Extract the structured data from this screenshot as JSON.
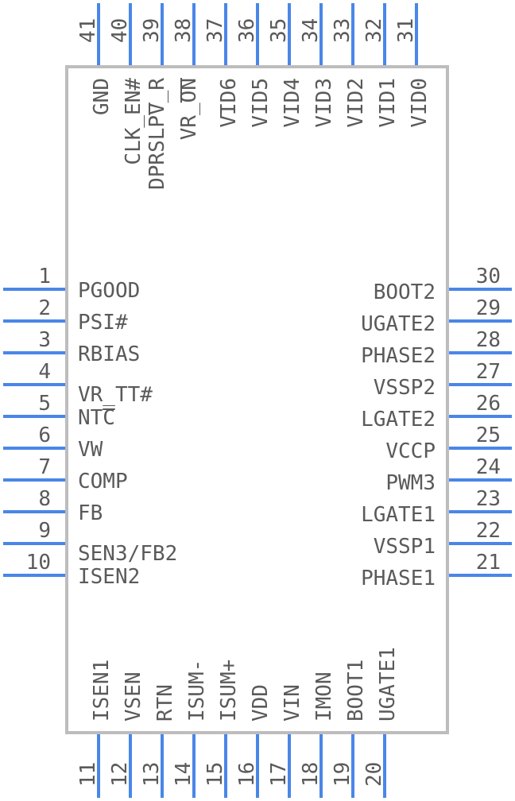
{
  "colors": {
    "pin": "#4a86e8",
    "outline": "#bdbdbd",
    "text": "#5a5a5a"
  },
  "pins": {
    "left": [
      {
        "num": "1",
        "label": "PGOOD"
      },
      {
        "num": "2",
        "label": "PSI#"
      },
      {
        "num": "3",
        "label": "RBIAS"
      },
      {
        "num": "4",
        "label": "VR_TT#"
      },
      {
        "num": "5",
        "label": "NTC"
      },
      {
        "num": "6",
        "label": "VW"
      },
      {
        "num": "7",
        "label": "COMP"
      },
      {
        "num": "8",
        "label": "FB"
      },
      {
        "num": "9",
        "label": "SEN3/FB2"
      },
      {
        "num": "10",
        "label": "ISEN2"
      }
    ],
    "bottom": [
      {
        "num": "11",
        "label": "ISEN1"
      },
      {
        "num": "12",
        "label": "VSEN"
      },
      {
        "num": "13",
        "label": "RTN"
      },
      {
        "num": "14",
        "label": "ISUM-"
      },
      {
        "num": "15",
        "label": "ISUM+"
      },
      {
        "num": "16",
        "label": "VDD"
      },
      {
        "num": "17",
        "label": "VIN"
      },
      {
        "num": "18",
        "label": "IMON"
      },
      {
        "num": "19",
        "label": "BOOT1"
      },
      {
        "num": "20",
        "label": "UGATE1"
      }
    ],
    "right": [
      {
        "num": "30",
        "label": "BOOT2"
      },
      {
        "num": "29",
        "label": "UGATE2"
      },
      {
        "num": "28",
        "label": "PHASE2"
      },
      {
        "num": "27",
        "label": "VSSP2"
      },
      {
        "num": "26",
        "label": "LGATE2"
      },
      {
        "num": "25",
        "label": "VCCP"
      },
      {
        "num": "24",
        "label": "PWM3"
      },
      {
        "num": "23",
        "label": "LGATE1"
      },
      {
        "num": "22",
        "label": "VSSP1"
      },
      {
        "num": "21",
        "label": "PHASE1"
      }
    ],
    "top": [
      {
        "num": "41",
        "label": "GND"
      },
      {
        "num": "40",
        "label": "CLK_EN#"
      },
      {
        "num": "39",
        "label": "DPRSLPV_R"
      },
      {
        "num": "38",
        "label": "VR_ON"
      },
      {
        "num": "37",
        "label": "VID6"
      },
      {
        "num": "36",
        "label": "VID5"
      },
      {
        "num": "35",
        "label": "VID4"
      },
      {
        "num": "34",
        "label": "VID3"
      },
      {
        "num": "33",
        "label": "VID2"
      },
      {
        "num": "32",
        "label": "VID1"
      },
      {
        "num": "31",
        "label": "VID0"
      }
    ]
  }
}
